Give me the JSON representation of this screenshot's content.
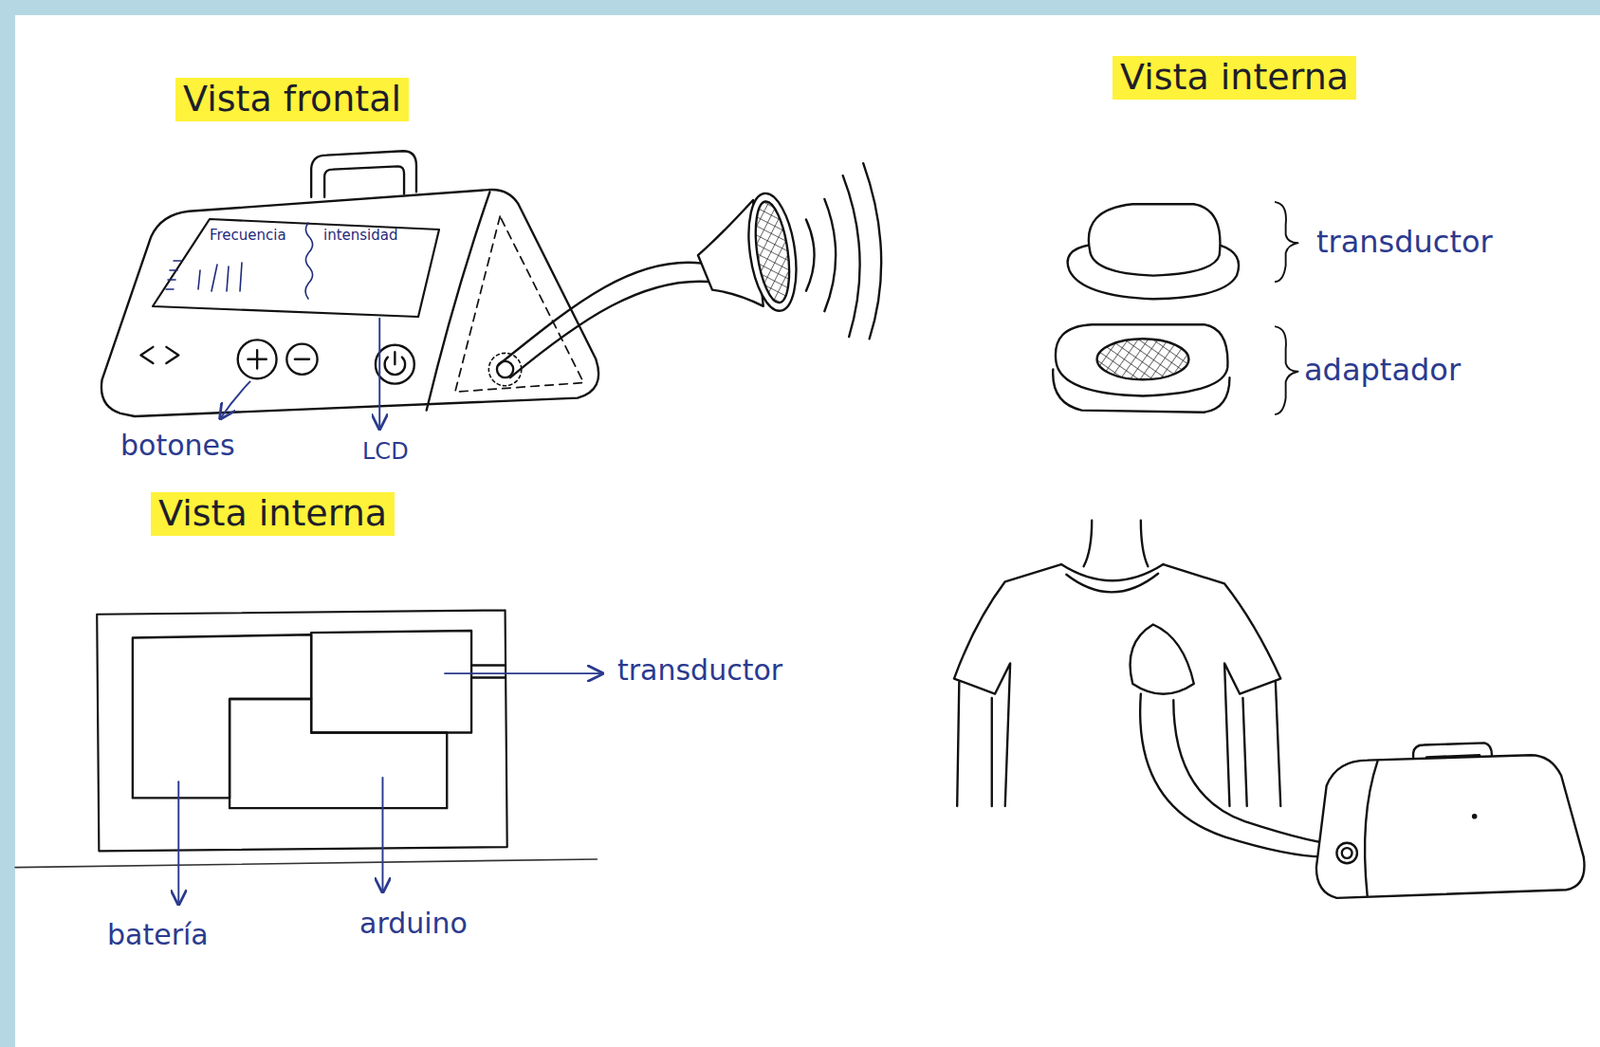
{
  "diagram": {
    "nodes": [
      {
        "text": [
          "Frecuencia",
          "intensidad"
        ]
      }
    ],
    "labels": [
      "Vista frontal",
      "Vista interna",
      "transductor",
      "adaptador",
      "botones",
      "LCD",
      "Vista interna",
      "transductor",
      "batería",
      "arduino"
    ]
  }
}
